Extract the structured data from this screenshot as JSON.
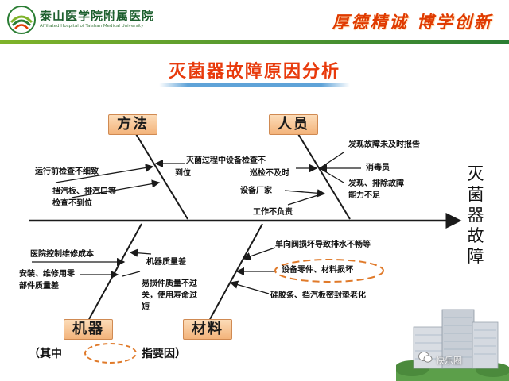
{
  "header": {
    "hospital_name": "泰山医学院附属医院",
    "hospital_name_en": "Affiliated Hospital of Taishan Medical University",
    "motto": "厚德精诚 博学创新"
  },
  "title": "灭菌器故障原因分析",
  "effect": "灭菌器故障",
  "categories": {
    "method": "方法",
    "people": "人员",
    "machine": "机器",
    "material": "材料"
  },
  "causes": {
    "method": {
      "a": "运行前检查不细致",
      "b1": "挡汽板、排汽口等",
      "b2": "检查不到位",
      "c1": "灭菌过程中设备检查不",
      "c2": "到位"
    },
    "people": {
      "a": "发现故障未及时报告",
      "b": "消毒员",
      "c1": "发现、排除故障",
      "c2": "能力不足",
      "d": "巡检不及时",
      "e": "设备厂家",
      "f": "工作不负责"
    },
    "machine": {
      "a": "医院控制维修成本",
      "b": "机器质量差",
      "c1": "安装、维修用零",
      "c2": "部件质量差",
      "d1": "易损件质量不过",
      "d2": "关，使用寿命过",
      "d3": "短"
    },
    "material": {
      "a": "单向阀损坏导致排水不畅等",
      "b": "设备零件、材料损坏",
      "c": "硅胶条、挡汽板密封垫老化"
    }
  },
  "legend": {
    "left": "（其中",
    "right": "指要因）"
  },
  "watermark": "快乐圈",
  "colors": {
    "title": "#e83a0c",
    "motto": "#e03a00",
    "header_bar": "#2a7d33",
    "category_fill": "#f3b37a",
    "bone": "#1a1a1a",
    "key_cause_oval": "#e07a2a"
  }
}
